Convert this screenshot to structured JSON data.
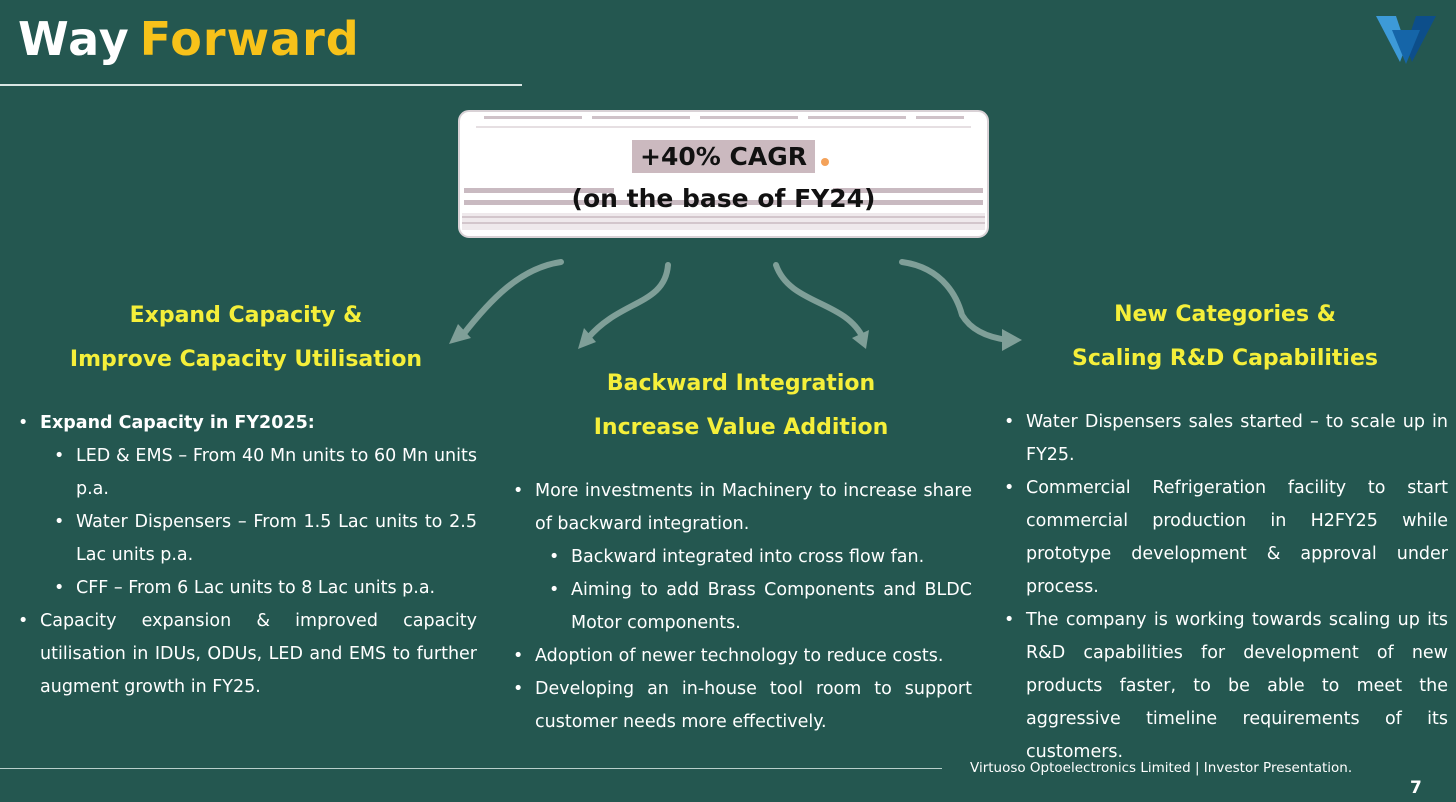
{
  "title": {
    "part1": "Way",
    "part2": "Forward"
  },
  "banner": {
    "line1": "+40% CAGR",
    "line2": "(on the base of FY24)"
  },
  "columns": {
    "left": {
      "heading": [
        "Expand Capacity &",
        "Improve Capacity Utilisation"
      ],
      "bullet1": "Expand Capacity in FY2025:",
      "sub": [
        "LED & EMS – From 40 Mn units to 60 Mn units p.a.",
        "Water Dispensers – From 1.5 Lac units to 2.5 Lac units p.a.",
        "CFF – From 6 Lac units to 8 Lac units p.a."
      ],
      "bullet2": "Capacity expansion & improved capacity utilisation in IDUs, ODUs, LED and EMS to further augment growth in FY25."
    },
    "middle": {
      "heading": [
        "Backward Integration",
        "Increase Value Addition"
      ],
      "bullet1": "More investments in Machinery to increase share of backward integration.",
      "sub": [
        "Backward integrated into cross flow fan.",
        "Aiming to add Brass Components and BLDC Motor components."
      ],
      "bullet2": "Adoption of newer technology to reduce costs.",
      "bullet3": "Developing an in-house tool room to support customer needs more effectively."
    },
    "right": {
      "heading": [
        "New Categories &",
        "Scaling R&D Capabilities"
      ],
      "bullets": [
        "Water Dispensers sales started – to scale up in FY25.",
        "Commercial Refrigeration facility to start commercial production in H2FY25 while prototype development & approval under process.",
        "The company is working towards scaling up its R&D capabilities for development of new products faster, to be able to meet the aggressive timeline requirements of its customers."
      ]
    }
  },
  "footer": {
    "company": "Virtuoso Optoelectronics Limited | Investor Presentation.",
    "page": "7"
  },
  "colors": {
    "background": "#245750",
    "heading": "#f5ef3a",
    "title_accent": "#f7c21a",
    "arrow": "#7f9f98"
  },
  "icons": {
    "logo": "v-logo-icon",
    "ac": "air-conditioner-icon"
  }
}
